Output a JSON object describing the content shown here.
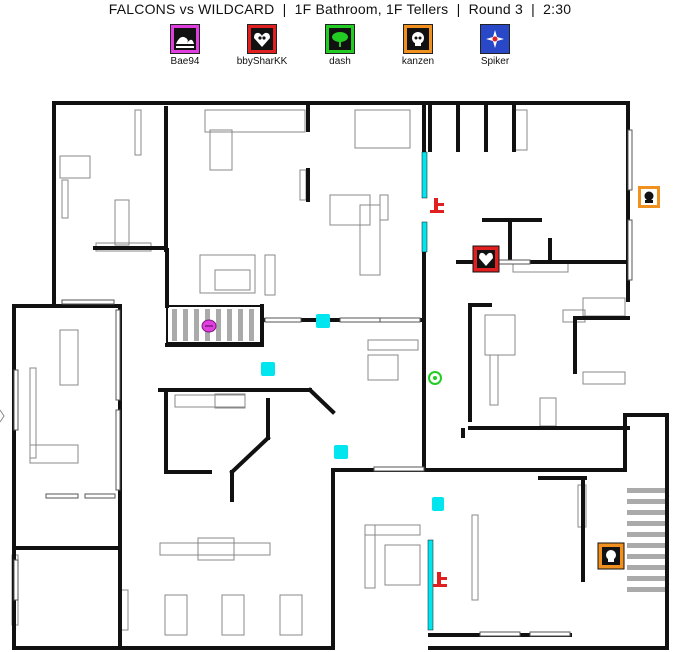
{
  "title": {
    "team_a": "FALCONS",
    "vs": "vs",
    "team_b": "WILDCARD",
    "site": "1F Bathroom, 1F Tellers",
    "round": "Round 3",
    "timer": "2:30",
    "sep": "|"
  },
  "players": [
    {
      "name": "Bae94",
      "color": "#e03ee0",
      "icon": "wave-icon"
    },
    {
      "name": "bbySharKK",
      "color": "#e02020",
      "icon": "heart-skull-icon"
    },
    {
      "name": "dash",
      "color": "#22cc22",
      "icon": "tree-icon"
    },
    {
      "name": "kanzen",
      "color": "#f0901e",
      "icon": "skull-icon"
    },
    {
      "name": "Spiker",
      "color": "#2848c8",
      "icon": "star-icon"
    }
  ],
  "colors": {
    "wall": "#111111",
    "window": "#00e5ee",
    "objective": "#e02020",
    "stairs": "#aaaaaa",
    "furniture": "#888888"
  }
}
